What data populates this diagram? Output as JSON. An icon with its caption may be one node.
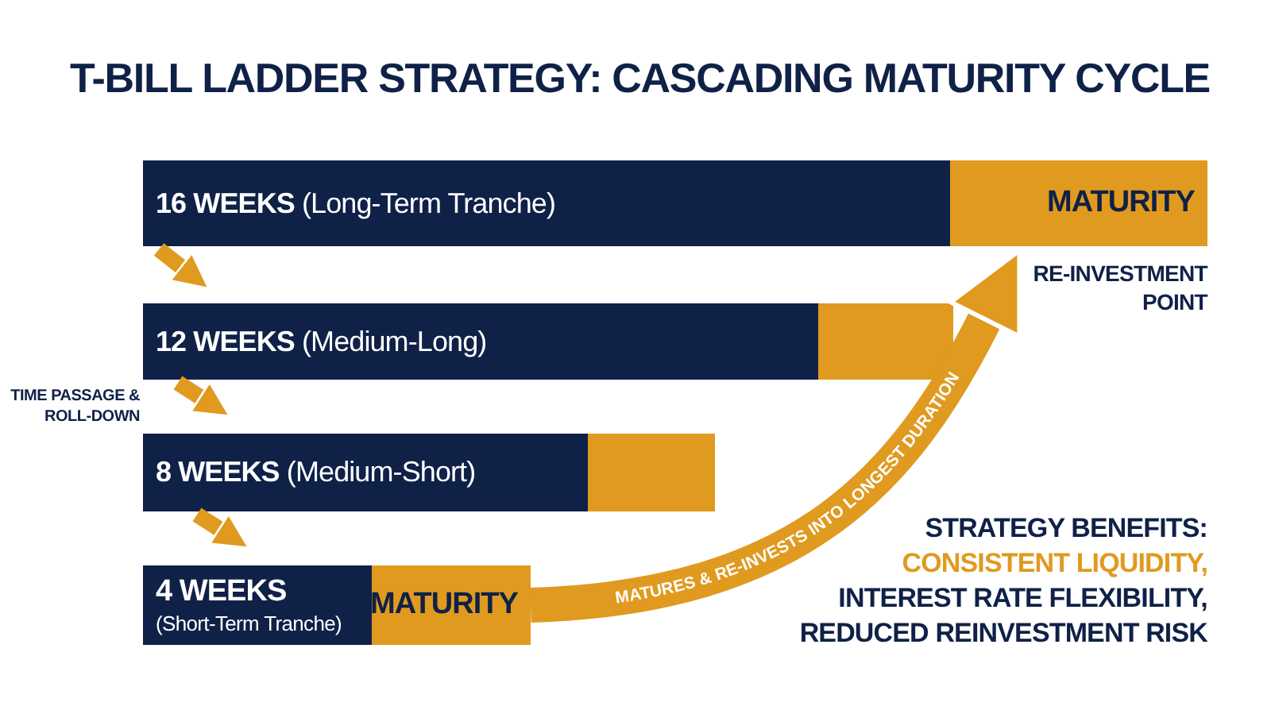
{
  "diagram": {
    "title": "T-BILL LADDER STRATEGY: CASCADING MATURITY CYCLE",
    "nodes": [
      {
        "text": [
          "**16 WEEKS** (Long-Term Tranche)"
        ]
      },
      {
        "text": [
          "MATURITY"
        ],
        "in": 0,
        "beside": [
          "RE-INVESTMENT POINT"
        ]
      },
      {
        "text": [
          "**12 WEEKS** (Medium-Long)"
        ]
      },
      {
        "text": [],
        "shape": "bar",
        "in": 2
      },
      {
        "text": [
          "**8 WEEKS** (Medium-Short)"
        ]
      },
      {
        "text": [],
        "shape": "bar",
        "in": 4
      },
      {
        "text": [
          "4 WEEKS",
          "(Short-Term Tranche)"
        ]
      },
      {
        "text": [
          "MATURITY"
        ],
        "in": 6
      }
    ],
    "edges": [
      {
        "from": 0,
        "to": 2,
        "arrow": "to"
      },
      {
        "from": 2,
        "to": 4,
        "arrow": "to"
      },
      {
        "from": 4,
        "to": 6,
        "arrow": "to"
      },
      {
        "from": 7,
        "to": 1,
        "arrow": "to",
        "label": "MATURES & RE-INVESTS INTO LONGEST DURATION",
        "style": "thick"
      }
    ],
    "labels": [
      "TIME PASSAGE & ROLL-DOWN",
      "STRATEGY BENEFITS:",
      "CONSISTENT LIQUIDITY,",
      "INTEREST RATE FLEXIBILITY,",
      "REDUCED REINVESTMENT RISK"
    ]
  }
}
